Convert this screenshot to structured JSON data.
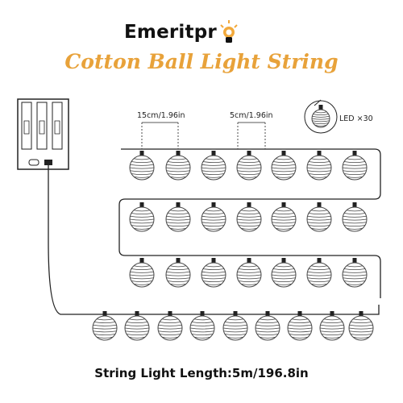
{
  "brand": {
    "name": "Emeritpr",
    "logo_icon": "lightbulb-icon",
    "accent_color": "#f2a93b"
  },
  "title": "Cotton Ball Light String",
  "dimensions": {
    "spacing_start": "15cm/1.96in",
    "spacing_between": "5cm/1.96in"
  },
  "led": {
    "label": "LED ×30",
    "count": 30
  },
  "rows": [
    7,
    7,
    7,
    9
  ],
  "footer": "String Light Length:5m/196.8in",
  "colors": {
    "title": "#e8a23a",
    "wire": "#222222",
    "ball_stroke": "#444444"
  }
}
